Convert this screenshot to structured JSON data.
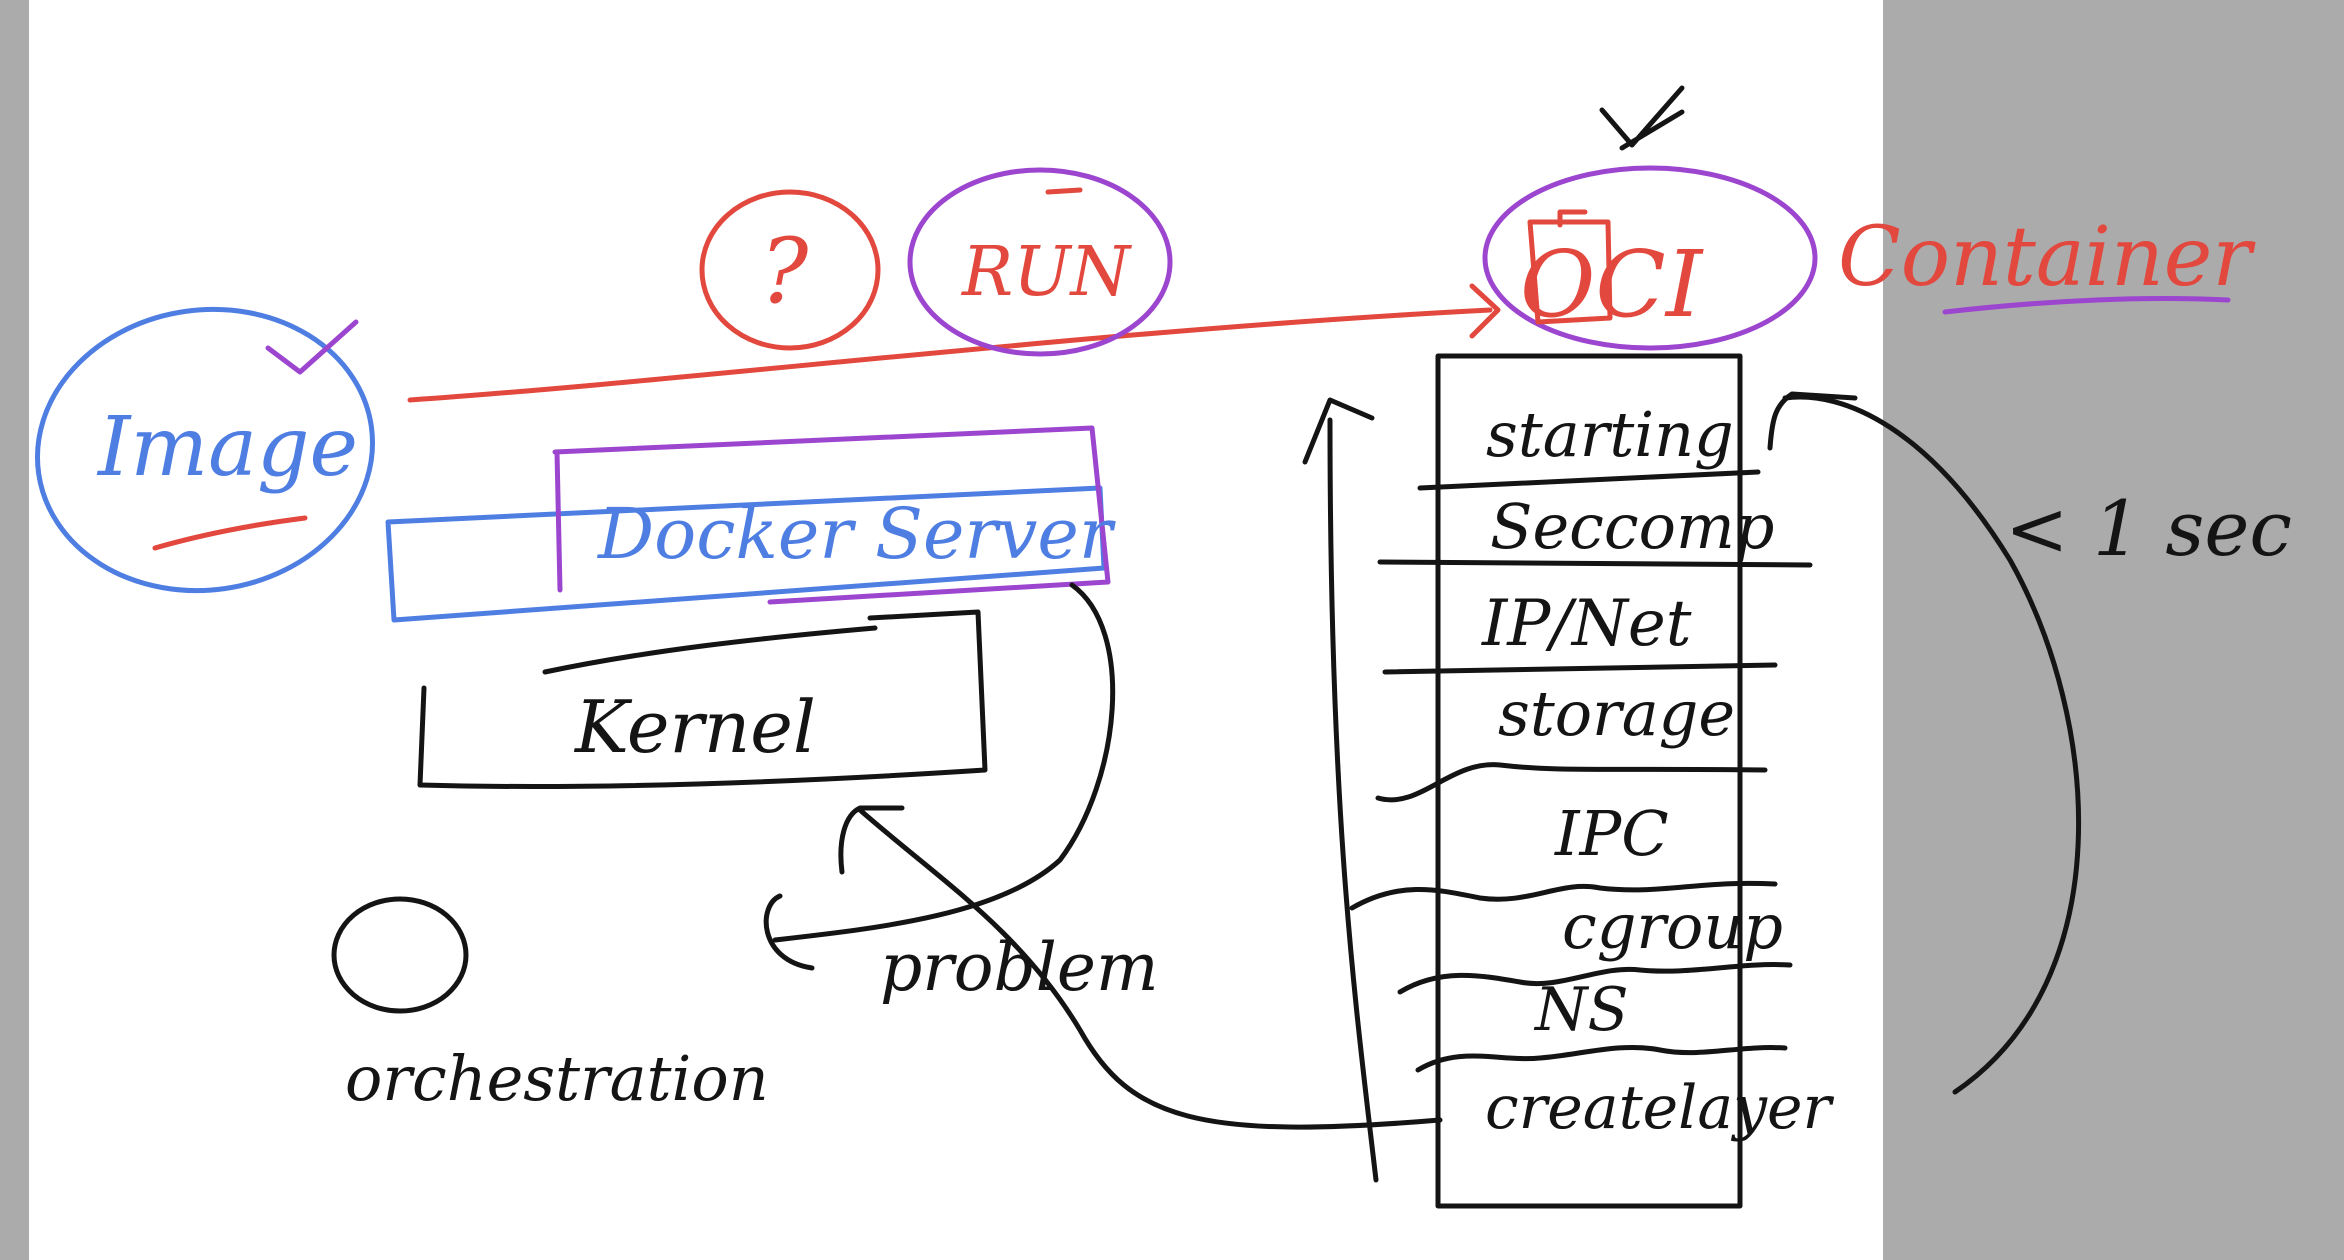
{
  "diagram": {
    "left": {
      "image": "Image",
      "question_mark": "?",
      "run": "RUN",
      "docker_server": "Docker Server",
      "kernel": "Kernel",
      "orchestration": "orchestration",
      "problem": "problem"
    },
    "container": {
      "oci": "OCI",
      "container_label": "Container",
      "time": "< 1 sec"
    },
    "stack": {
      "layers": [
        "starting",
        "Seccomp",
        "IP/Net",
        "storage",
        "IPC",
        "cgroup",
        "NS",
        "createlayer"
      ]
    },
    "colors": {
      "black_ink": "#141414",
      "blue_ink": "#4f7ee3",
      "red_ink": "#e2483d",
      "purple_ink": "#9c45cf",
      "canvas": "#ffffff",
      "margin": "#ababab"
    }
  }
}
